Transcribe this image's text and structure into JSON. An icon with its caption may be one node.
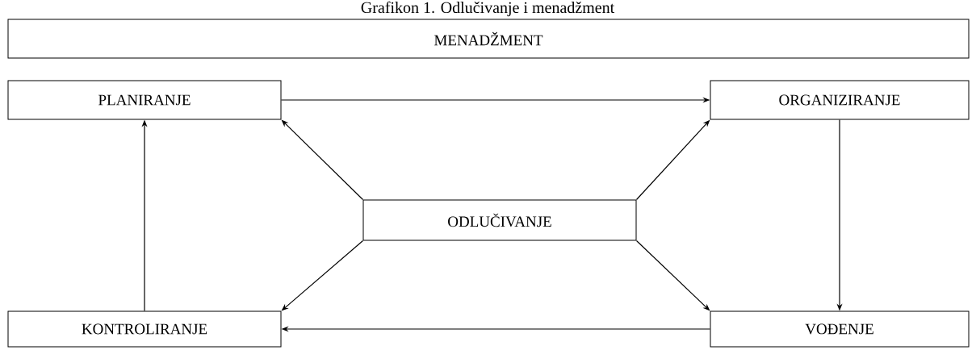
{
  "diagram": {
    "title": "Grafikon 1. Odlučivanje i menadžment",
    "nodes": [
      {
        "text": [
          "MENADŽMENT"
        ]
      },
      {
        "text": [
          "PLANIRANJE"
        ]
      },
      {
        "text": [
          "ORGANIZIRANJE"
        ]
      },
      {
        "text": [
          "ODLUČIVANJE"
        ]
      },
      {
        "text": [
          "KONTROLIRANJE"
        ]
      },
      {
        "text": [
          "VOĐENJE"
        ]
      }
    ],
    "edges": [
      {
        "from": 1,
        "to": 2,
        "arrow": "to"
      },
      {
        "from": 2,
        "to": 5,
        "arrow": "to"
      },
      {
        "from": 5,
        "to": 4,
        "arrow": "to"
      },
      {
        "from": 4,
        "to": 1,
        "arrow": "to"
      },
      {
        "from": 3,
        "to": 1,
        "arrow": "to"
      },
      {
        "from": 3,
        "to": 2,
        "arrow": "to"
      },
      {
        "from": 3,
        "to": 4,
        "arrow": "to"
      },
      {
        "from": 3,
        "to": 5,
        "arrow": "to"
      }
    ]
  }
}
